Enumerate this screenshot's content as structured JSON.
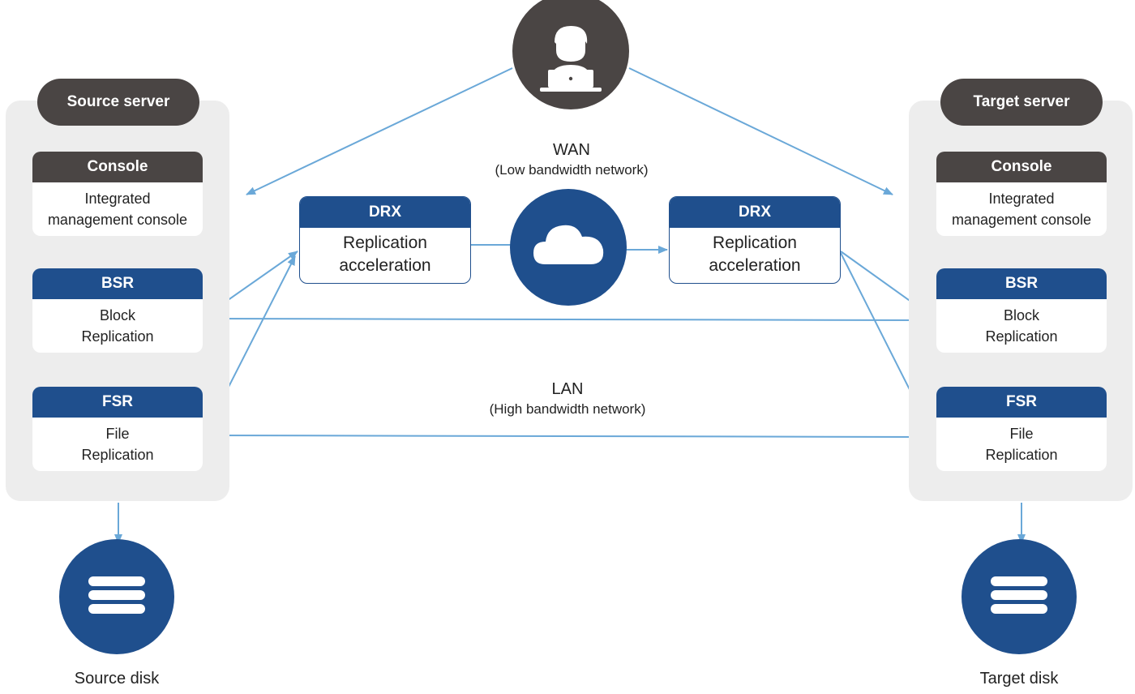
{
  "source_server": {
    "title": "Source server",
    "console": {
      "head": "Console",
      "body": "Integrated\nmanagement console"
    },
    "bsr": {
      "head": "BSR",
      "body": "Block\nReplication"
    },
    "fsr": {
      "head": "FSR",
      "body": "File\nReplication"
    }
  },
  "target_server": {
    "title": "Target server",
    "console": {
      "head": "Console",
      "body": "Integrated\nmanagement console"
    },
    "bsr": {
      "head": "BSR",
      "body": "Block\nReplication"
    },
    "fsr": {
      "head": "FSR",
      "body": "File\nReplication"
    }
  },
  "drx_left": {
    "head": "DRX",
    "body": "Replication\nacceleration"
  },
  "drx_right": {
    "head": "DRX",
    "body": "Replication\nacceleration"
  },
  "wan": {
    "label": "WAN",
    "sub": "(Low bandwidth network)"
  },
  "lan": {
    "label": "LAN",
    "sub": "(High bandwidth network)"
  },
  "source_disk": {
    "label": "Source disk"
  },
  "target_disk": {
    "label": "Target disk"
  },
  "icons": {
    "user": "user-laptop-icon",
    "cloud": "cloud-icon",
    "database": "database-icon"
  },
  "colors": {
    "dark": "#4a4544",
    "blue": "#1f4f8d",
    "arrow": "#6aa8d8",
    "panel": "#ededed"
  }
}
